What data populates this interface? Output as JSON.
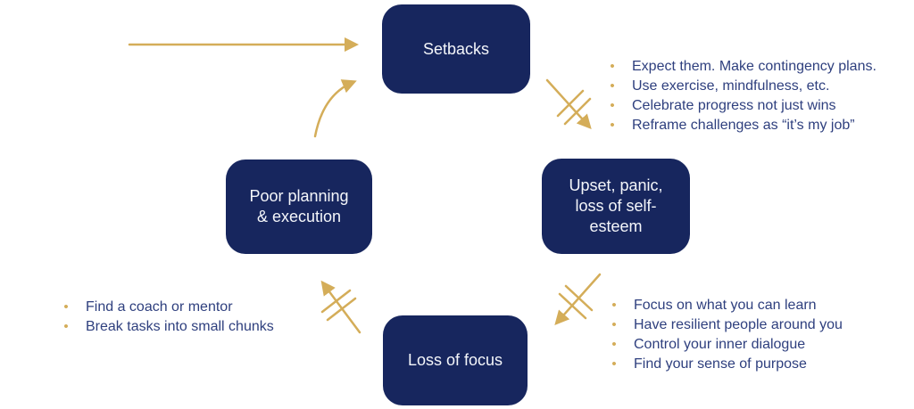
{
  "diagram": {
    "nodes": {
      "setbacks": {
        "label": "Setbacks"
      },
      "upset": {
        "label": "Upset, panic,\nloss of self-\nesteem"
      },
      "poor_planning": {
        "label": "Poor planning\n& execution"
      },
      "loss_of_focus": {
        "label": "Loss of focus"
      }
    },
    "tip_lists": {
      "setbacks_tips": {
        "items": [
          "Expect them. Make contingency plans.",
          "Use exercise, mindfulness, etc.",
          "Celebrate progress not just wins",
          "Reframe challenges as “it’s my job”"
        ]
      },
      "recovery_tips": {
        "items": [
          "Focus on what you can learn",
          "Have resilient people around you",
          "Control your inner dialogue",
          "Find your sense of purpose"
        ]
      },
      "planning_tips": {
        "items": [
          "Find a coach or mentor",
          "Break tasks into small chunks"
        ]
      }
    },
    "arrows": [
      {
        "name": "arrow-into-setbacks",
        "type": "straight",
        "break_marks": false
      },
      {
        "name": "arrow-setbacks-to-upset",
        "type": "straight",
        "break_marks": true
      },
      {
        "name": "arrow-upset-to-loss-of-focus",
        "type": "straight",
        "break_marks": true
      },
      {
        "name": "arrow-loss-of-focus-to-poor-planning",
        "type": "straight",
        "break_marks": true
      },
      {
        "name": "arrow-poor-planning-to-setbacks",
        "type": "curved",
        "break_marks": false
      }
    ],
    "bullet_glyph": "•",
    "colors": {
      "node_bg": "#17265e",
      "node_text": "#f4f6fa",
      "list_text": "#2e3f7e",
      "accent_gold": "#d4ad59",
      "canvas_bg": "#ffffff"
    }
  }
}
